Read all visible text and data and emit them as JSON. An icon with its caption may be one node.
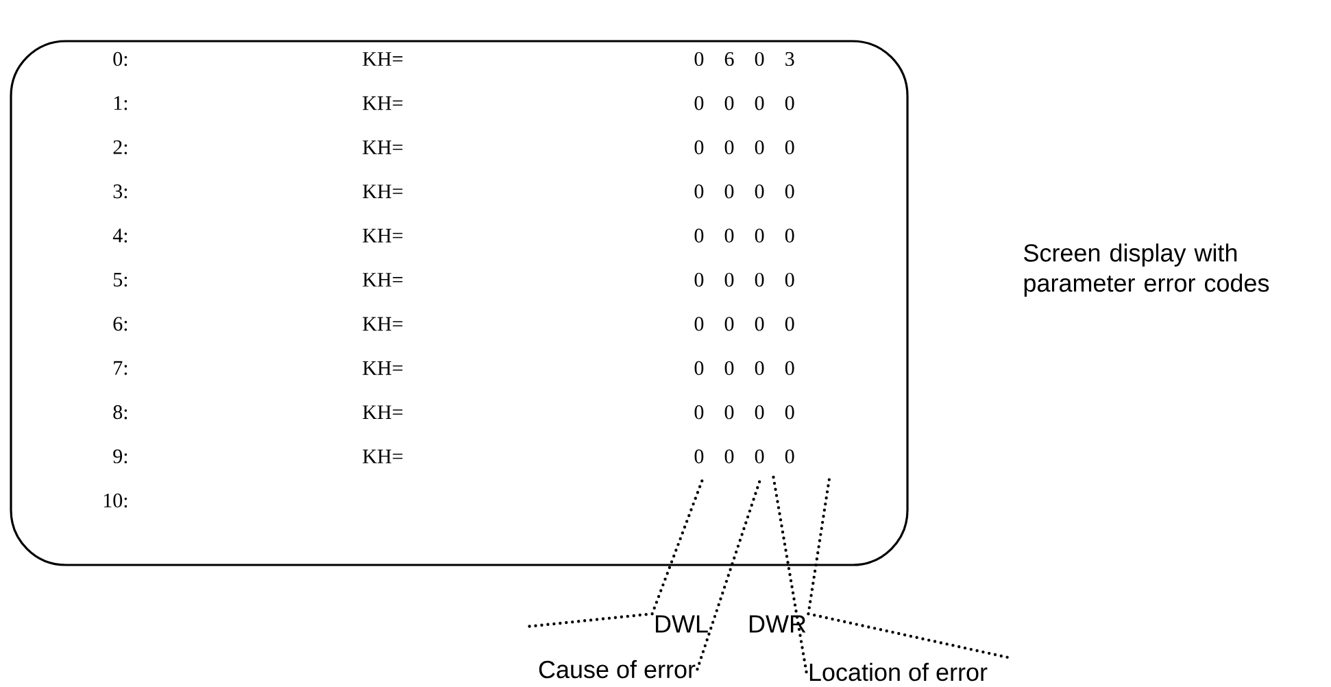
{
  "diagram": {
    "nodes": [
      {
        "text": [
          "0:",
          "KH=",
          "0 6 0 3",
          "1:",
          "KH=",
          "0 0 0 0",
          "2:",
          "KH=",
          "0 0 0 0",
          "3:",
          "KH=",
          "0 0 0 0",
          "4:",
          "KH=",
          "0 0 0 0",
          "5:",
          "KH=",
          "0 0 0 0",
          "6:",
          "KH=",
          "0 0 0 0",
          "7:",
          "KH=",
          "0 0 0 0",
          "8:",
          "KH=",
          "0 0 0 0",
          "9:",
          "KH=",
          "0 0 0 0",
          "10:"
        ]
      },
      {
        "text": [
          "DWL"
        ]
      },
      {
        "text": [
          "DWR"
        ]
      },
      {
        "text": [
          "Cause of error"
        ]
      },
      {
        "text": [
          "Location of error"
        ]
      }
    ],
    "edges": [
      {
        "from": 1,
        "to": 0,
        "arrow": "none"
      },
      {
        "from": 3,
        "to": 0,
        "arrow": "none"
      },
      {
        "from": 4,
        "to": 0,
        "arrow": "none"
      },
      {
        "from": 2,
        "to": 0,
        "arrow": "none"
      }
    ],
    "labels": [
      "Screen display with parameter error codes"
    ]
  }
}
